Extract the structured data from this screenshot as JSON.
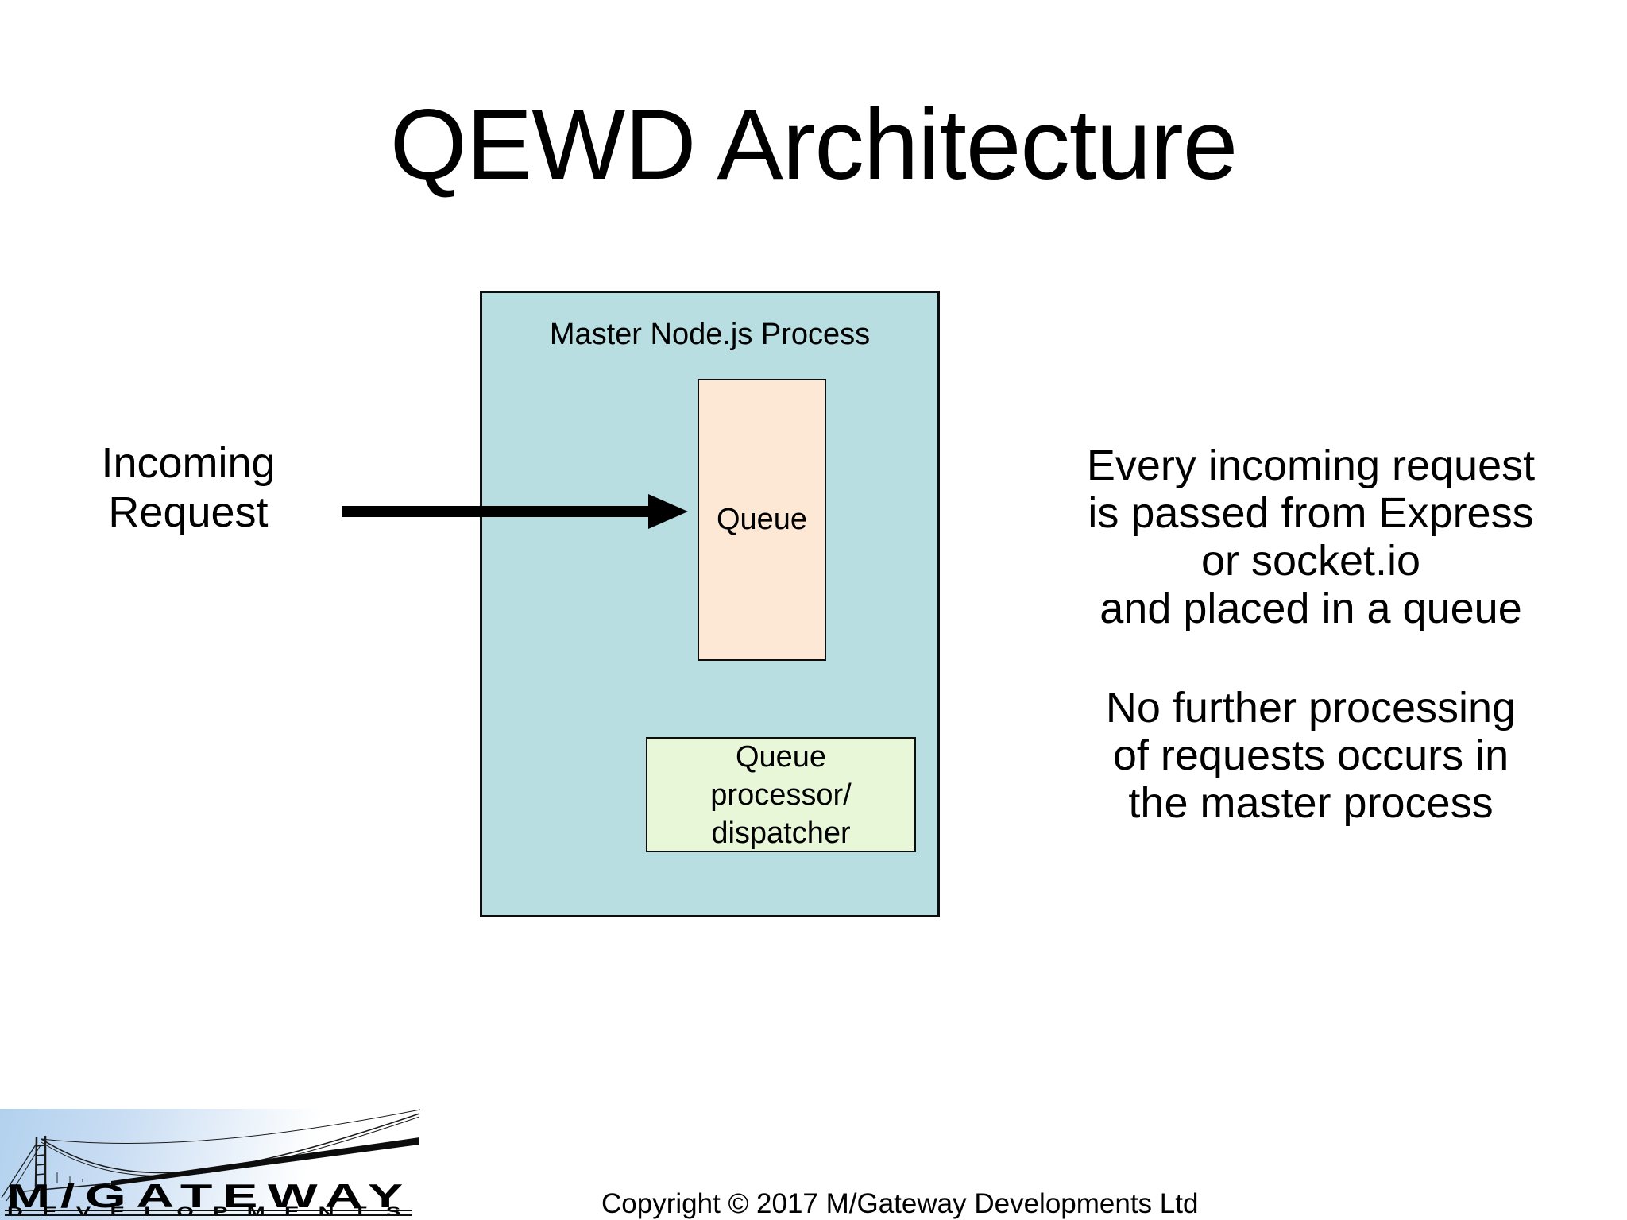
{
  "slide": {
    "title": "QEWD Architecture",
    "background_color": "#ffffff"
  },
  "diagram": {
    "master_box": {
      "label": "Master Node.js Process",
      "fill": "#b8dee2",
      "border_color": "#0d0d0d"
    },
    "queue_box": {
      "label": "Queue",
      "fill": "#fce8d4",
      "border_color": "#0d0d0d"
    },
    "processor_box": {
      "label": "Queue\nprocessor/\ndispatcher",
      "fill": "#e7f7d8",
      "border_color": "#0d0d0d"
    },
    "incoming_label": "Incoming\nRequest",
    "arrow": {
      "name": "incoming-request-arrow",
      "direction": "right",
      "color": "#000000"
    }
  },
  "notes": {
    "paragraph1": "Every incoming request\nis passed from Express\nor socket.io\nand placed in a queue",
    "paragraph2": "No further processing\nof requests occurs in\nthe master process"
  },
  "footer": {
    "copyright": "Copyright © 2017 M/Gateway Developments Ltd",
    "logo": {
      "line1": "M/GATEWAY",
      "line2": "DEVELOPMENTS"
    }
  }
}
